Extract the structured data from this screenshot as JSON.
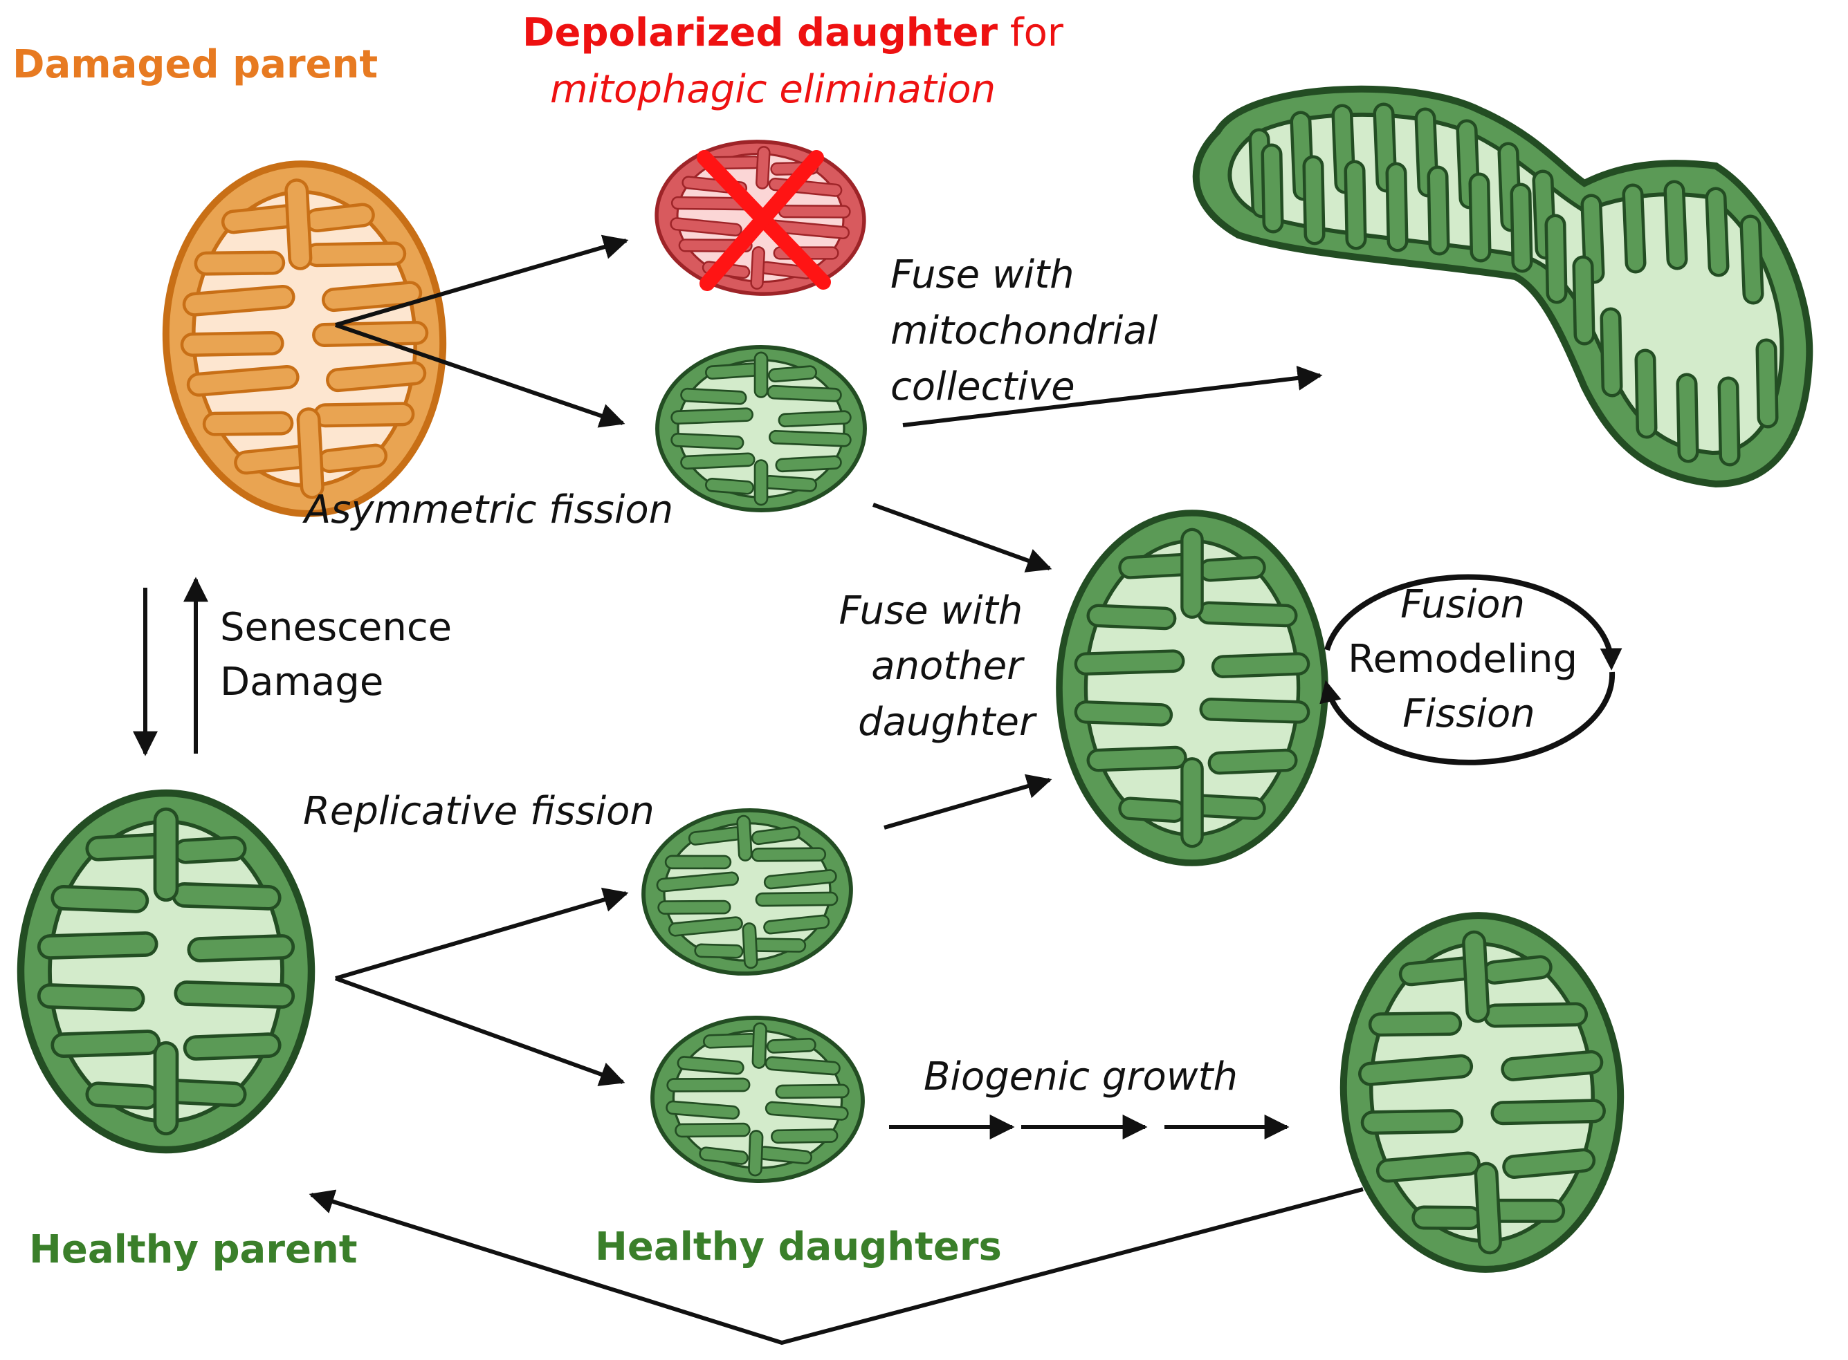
{
  "labels": {
    "damaged_parent": "Damaged parent",
    "depolarized_bold": "Depolarized daughter",
    "depolarized_rest": " for",
    "mitophagic": "mitophagic elimination",
    "fuse_collective": [
      "Fuse with",
      "mitochondrial",
      "collective"
    ],
    "asymmetric_fission": "Asymmetric fission",
    "senescence": [
      "Senescence",
      "Damage"
    ],
    "fuse_daughter": [
      "Fuse with",
      "another",
      "daughter"
    ],
    "cycle": [
      "Fusion",
      "Remodeling",
      "Fission"
    ],
    "replicative_fission": "Replicative fission",
    "biogenic_growth": "Biogenic growth",
    "healthy_parent": "Healthy parent",
    "healthy_daughters": "Healthy daughters"
  },
  "colors": {
    "damaged_fill": "#e9a452",
    "damaged_stroke": "#c86f16",
    "damaged_inner": "#fde6d0",
    "damaged_text": "#e77a21",
    "depolarized_fill": "#d85a5e",
    "depolarized_stroke": "#9e2428",
    "depolarized_inner": "#fbd6d6",
    "depolarized_text": "#ee1111",
    "healthy_fill": "#5b9a56",
    "healthy_stroke": "#234d23",
    "healthy_inner": "#d3ebcb",
    "healthy_text": "#3a7f2a",
    "cross": "#ff1414",
    "arrow": "#111111"
  }
}
